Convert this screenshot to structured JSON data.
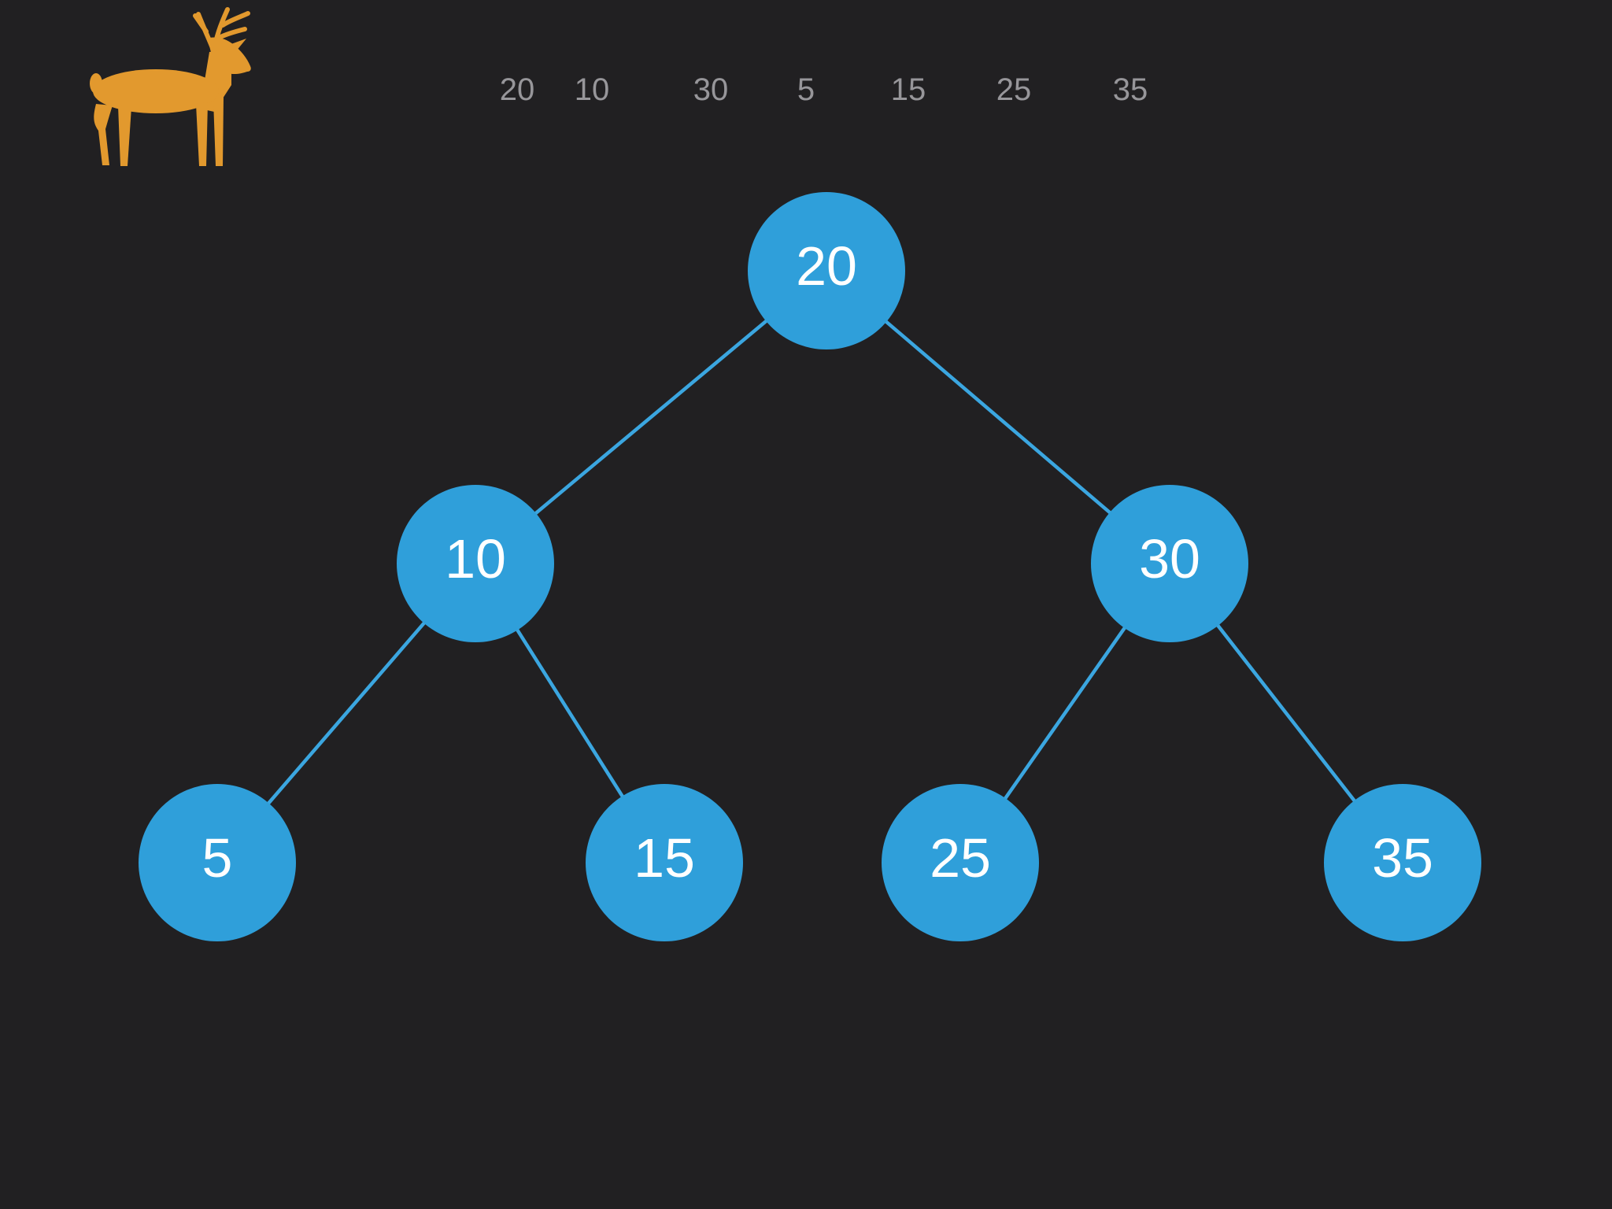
{
  "app": {
    "logo_icon": "deer-icon"
  },
  "colors": {
    "background": "#212022",
    "node_fill": "#2F9FDA",
    "edge_stroke": "#3BA6E0",
    "node_text": "#FFFFFF",
    "sequence_text": "#97969A",
    "logo_orange": "#E2992E"
  },
  "sequence": {
    "items": [
      "20",
      "10",
      "30",
      "5",
      "15",
      "25",
      "35"
    ]
  },
  "tree": {
    "nodes": [
      {
        "id": "20",
        "value": "20"
      },
      {
        "id": "10",
        "value": "10"
      },
      {
        "id": "30",
        "value": "30"
      },
      {
        "id": "5",
        "value": "5"
      },
      {
        "id": "15",
        "value": "15"
      },
      {
        "id": "25",
        "value": "25"
      },
      {
        "id": "35",
        "value": "35"
      }
    ],
    "edges": [
      {
        "from": "20",
        "to": "10"
      },
      {
        "from": "20",
        "to": "30"
      },
      {
        "from": "10",
        "to": "5"
      },
      {
        "from": "10",
        "to": "15"
      },
      {
        "from": "30",
        "to": "25"
      },
      {
        "from": "30",
        "to": "35"
      }
    ]
  }
}
